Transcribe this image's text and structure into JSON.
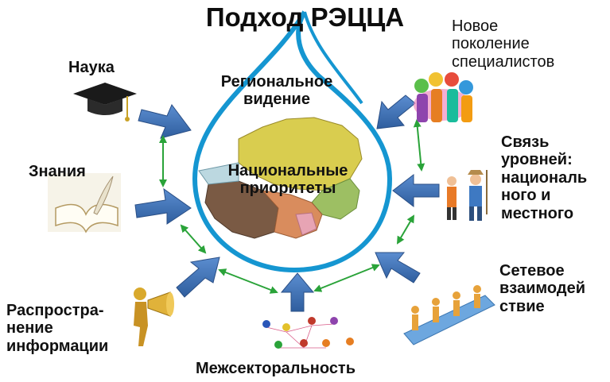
{
  "title": "Подход РЭЦЦА",
  "center": {
    "top_label": [
      "Региональное",
      "видение"
    ],
    "mid_label": [
      "Национальные",
      "приоритеты"
    ]
  },
  "labels": {
    "science": "Наука",
    "knowledge": "Знания",
    "dissemination": [
      "Распростра-",
      "нение",
      "информации"
    ],
    "intersectoral": "Межсекторальность",
    "networking": [
      "Сетевое",
      "взаимодей",
      "ствие"
    ],
    "levels": [
      "Связь",
      "уровней:",
      "националь",
      "ного и",
      "местного"
    ],
    "new_generation": [
      "Новое",
      "поколение",
      "специалистов"
    ]
  },
  "icons": {
    "science": "graduation-cap-icon",
    "knowledge": "book-quill-icon",
    "dissemination": "megaphone-figure-icon",
    "intersectoral": "people-network-icon",
    "networking": "puzzle-people-icon",
    "levels": "professional-farmer-icon",
    "new_generation": "team-circle-icon"
  },
  "colors": {
    "arrow_blue": "#3d6fb0",
    "connector_green": "#2aa339",
    "drop_outline": "#1596d1",
    "map_yellow": "#d9cd4f",
    "map_green": "#9dbf63",
    "map_brown": "#7a5a44",
    "map_orange": "#d98c5d"
  }
}
